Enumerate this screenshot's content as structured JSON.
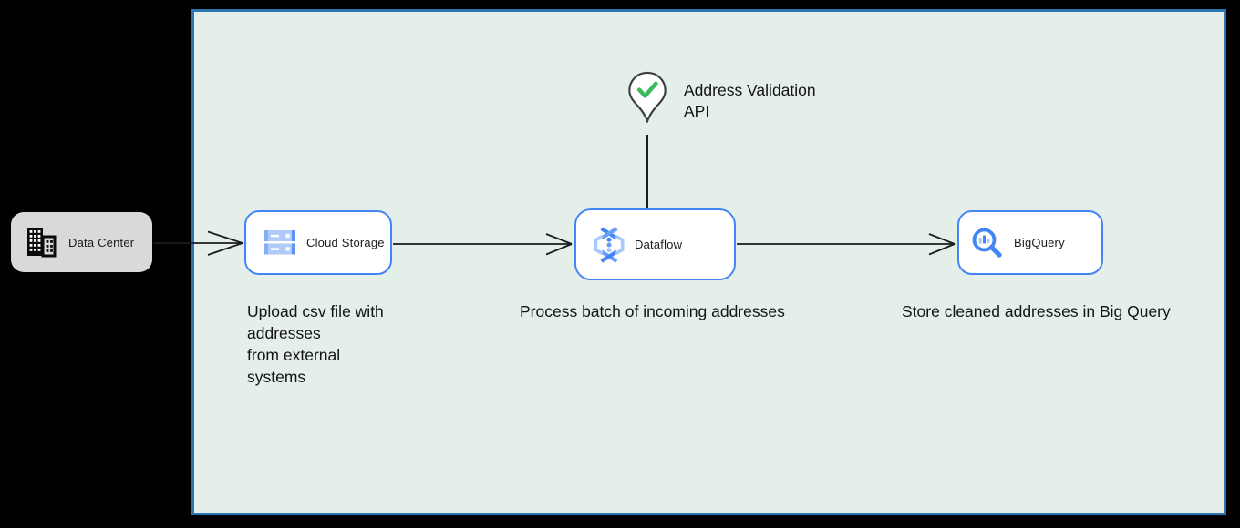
{
  "colors": {
    "background": "#000000",
    "board_fill": "#e3efe8",
    "board_border": "#2e74b5",
    "node_border_blue": "#4285f4",
    "node_gray_fill": "#d9d9d9",
    "arrow": "#1c1c1c",
    "check_green": "#3cb95e",
    "icon_blue_dark": "#4285f4",
    "icon_blue_mid": "#669df6",
    "icon_blue_light": "#aecbfa"
  },
  "nodes": {
    "data_center": {
      "label": "Data Center",
      "icon": "building-icon"
    },
    "cloud_storage": {
      "label": "Cloud Storage",
      "icon": "cloud-storage-icon"
    },
    "dataflow": {
      "label": "Dataflow",
      "icon": "dataflow-icon"
    },
    "bigquery": {
      "label": "BigQuery",
      "icon": "bigquery-icon"
    }
  },
  "annotations": {
    "validation_api_label": "Address Validation\nAPI",
    "caption_upload": "Upload csv file with\naddresses\nfrom external\nsystems",
    "caption_process": "Process batch of incoming addresses",
    "caption_store": "Store cleaned addresses in Big Query"
  }
}
